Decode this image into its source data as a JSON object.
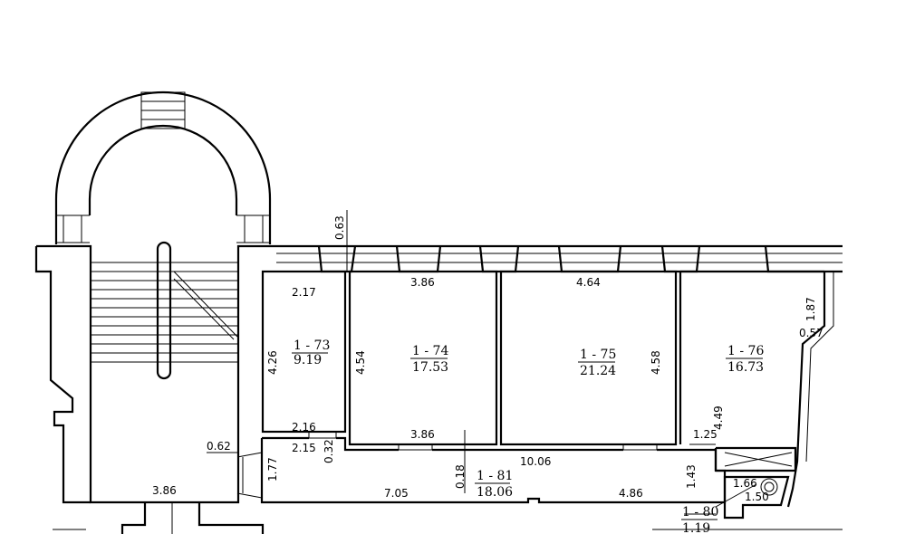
{
  "rooms": [
    {
      "id": "1 - 73",
      "area": "9.19"
    },
    {
      "id": "1 - 74",
      "area": "17.53"
    },
    {
      "id": "1 - 75",
      "area": "21.24"
    },
    {
      "id": "1 - 76",
      "area": "16.73"
    },
    {
      "id": "1 - 81",
      "area": "18.06"
    },
    {
      "id": "1 - 80",
      "area": "1.19"
    }
  ],
  "dimensions": {
    "wall_063": "0.63",
    "r73_width": "2.17",
    "r73_height": "4.26",
    "r73_bottom": "2.16",
    "r74_top": "3.86",
    "r74_height": "4.54",
    "r74_bottom": "3.86",
    "r75_top": "4.64",
    "r75_height": "4.58",
    "r76_side": "1.87",
    "r76_offset": "0.57",
    "r76_height": "4.49",
    "r76_bottom": "1.25",
    "stair_bottom": "3.86",
    "door_062": "0.62",
    "corr_177": "1.77",
    "corr_215": "2.15",
    "corr_032": "0.32",
    "corr_018": "0.18",
    "corr_1006": "10.06",
    "corr_705": "7.05",
    "corr_486": "4.86",
    "corr_143": "1.43",
    "wc_166": "1.66",
    "wc_150": "1.50"
  }
}
